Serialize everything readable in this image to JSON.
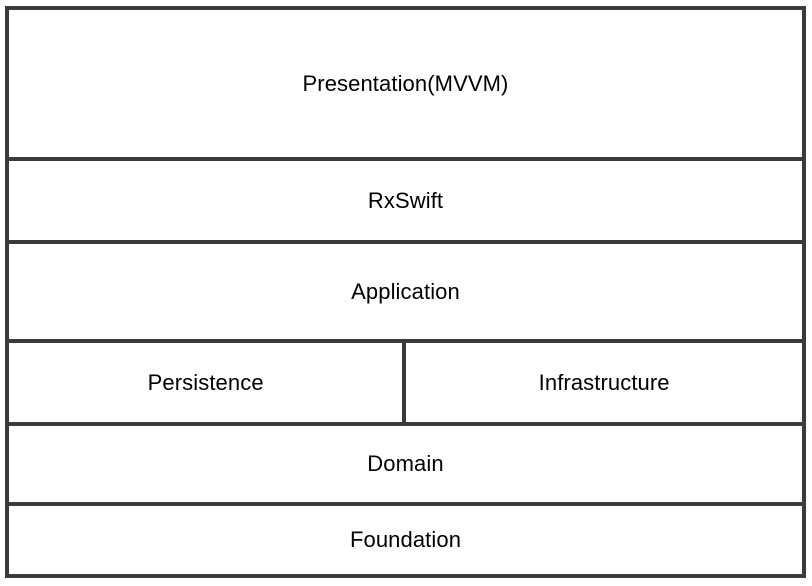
{
  "diagram": {
    "type": "layered-architecture-stack",
    "orientation": "vertical",
    "colors": {
      "border": "#3b3b3b",
      "fill": "#ffffff",
      "text": "#000000"
    },
    "layers": [
      {
        "id": "presentation",
        "label": "Presentation(MVVM)",
        "split": false
      },
      {
        "id": "rxswift",
        "label": "RxSwift",
        "split": false
      },
      {
        "id": "application",
        "label": "Application",
        "split": false
      },
      {
        "id": "persistence-infrastructure",
        "split": true,
        "left_label": "Persistence",
        "right_label": "Infrastructure"
      },
      {
        "id": "domain",
        "label": "Domain",
        "split": false
      },
      {
        "id": "foundation",
        "label": "Foundation",
        "split": false
      }
    ]
  }
}
